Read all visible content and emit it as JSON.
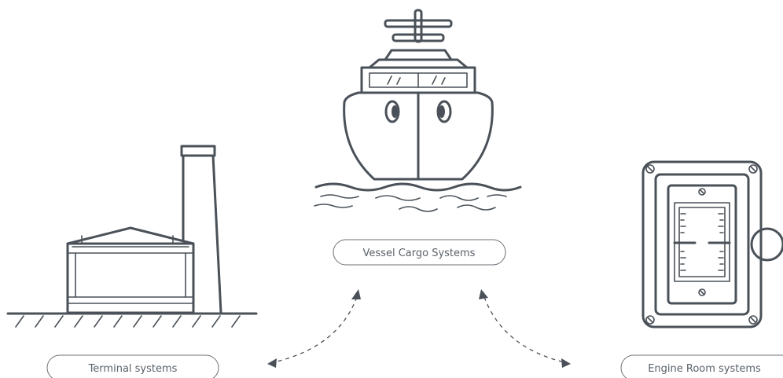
{
  "labels": {
    "vessel": "Vessel Cargo Systems",
    "terminal": "Terminal systems",
    "engine": "Engine Room systems"
  },
  "colors": {
    "line": "#4a5158",
    "text": "#5a6168",
    "background": "#ffffff"
  },
  "icons": {
    "vessel": "ship-icon",
    "terminal": "factory-tank-icon",
    "engine": "gauge-panel-icon"
  }
}
